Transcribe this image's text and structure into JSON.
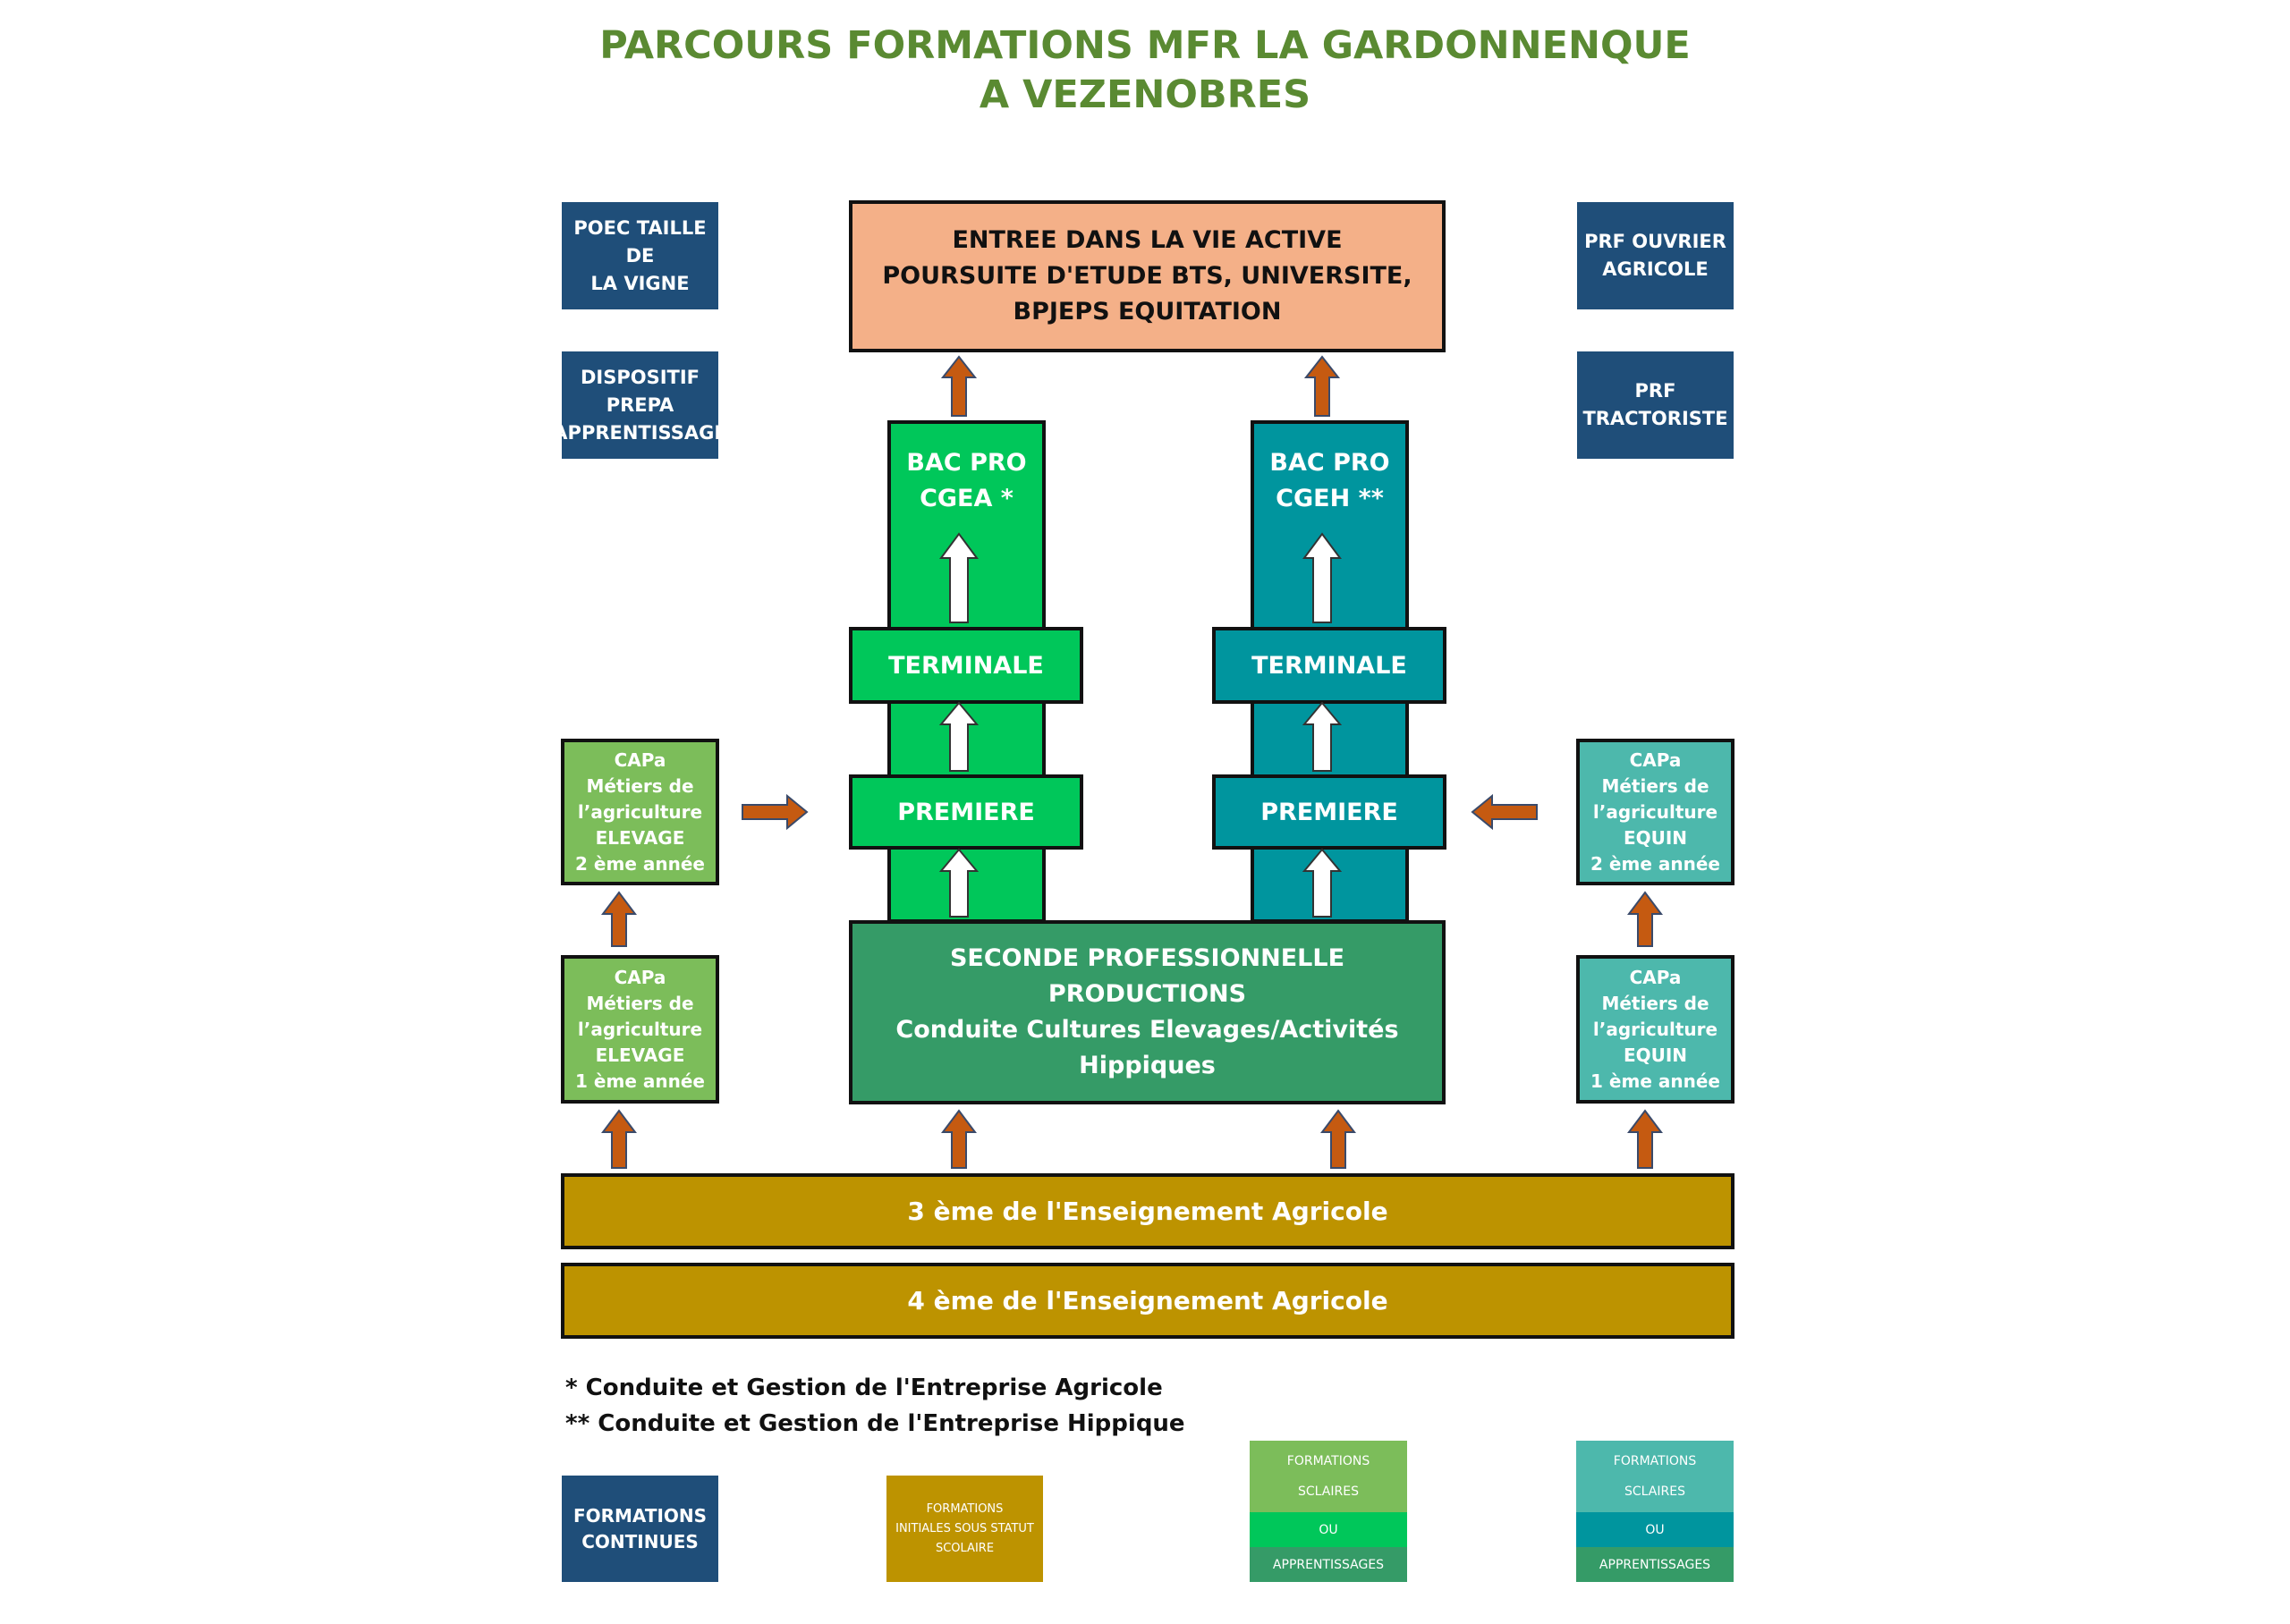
{
  "title": {
    "line1": "PARCOURS FORMATIONS MFR LA GARDONNENQUE",
    "line2": "A VEZENOBRES"
  },
  "side_left": {
    "poec": "POEC TAILLE DE\nLA VIGNE",
    "prepa": "DISPOSITIF\nPREPA\nAPPRENTISSAGE"
  },
  "side_right": {
    "prf_ouvrier": "PRF OUVRIER\nAGRICOLE",
    "prf_tractoriste": "PRF\nTRACTORISTE"
  },
  "top_box": "ENTREE DANS LA VIE ACTIVE\nPOURSUITE D'ETUDE BTS, UNIVERSITE,\nBPJEPS EQUITATION",
  "column_cgea": {
    "bac": "BAC PRO\nCGEA *",
    "terminale": "TERMINALE",
    "premiere": "PREMIERE"
  },
  "column_cgeh": {
    "bac": "BAC PRO\nCGEH **",
    "terminale": "TERMINALE",
    "premiere": "PREMIERE"
  },
  "seconde": "SECONDE PROFESSIONNELLE\nPRODUCTIONS\nConduite Cultures Elevages/Activités Hippiques",
  "capa_elevage_2": "CAPa\nMétiers de\nl’agriculture\nELEVAGE\n2 ème année",
  "capa_elevage_1": "CAPa\nMétiers de\nl’agriculture\nELEVAGE\n1 ème année",
  "capa_equin_2": "CAPa\nMétiers de\nl’agriculture\nEQUIN\n2 ème année",
  "capa_equin_1": "CAPa\nMétiers de\nl’agriculture\nEQUIN\n1 ème année",
  "troisieme": "3 ème de l'Enseignement Agricole",
  "quatrieme": "4 ème de l'Enseignement Agricole",
  "footnotes": {
    "one": "* Conduite et Gestion de l'Entreprise Agricole",
    "two": "** Conduite et Gestion de l'Entreprise Hippique"
  },
  "legend": {
    "continues": "FORMATIONS\nCONTINUES",
    "initiales": "FORMATIONS\nINITIALES SOUS STATUT\nSCOLAIRE",
    "green": {
      "formations": "FORMATIONS",
      "sclaires": "SCLAIRES",
      "ou": "OU",
      "apprentissages": "APPRENTISSAGES"
    },
    "teal": {
      "formations": "FORMATIONS",
      "sclaires": "SCLAIRES",
      "ou": "OU",
      "apprentissages": "APPRENTISSAGES"
    }
  },
  "colors": {
    "navy": "#1f4e79",
    "salmon": "#f4b088",
    "green": "#00c75a",
    "teal": "#00959e",
    "seconde": "#359b67",
    "capa_green": "#7cbd5a",
    "capa_teal": "#4db8ac",
    "gold": "#bd9300",
    "orange_arrow": "#c55a11",
    "title_green": "#5a8a32"
  }
}
